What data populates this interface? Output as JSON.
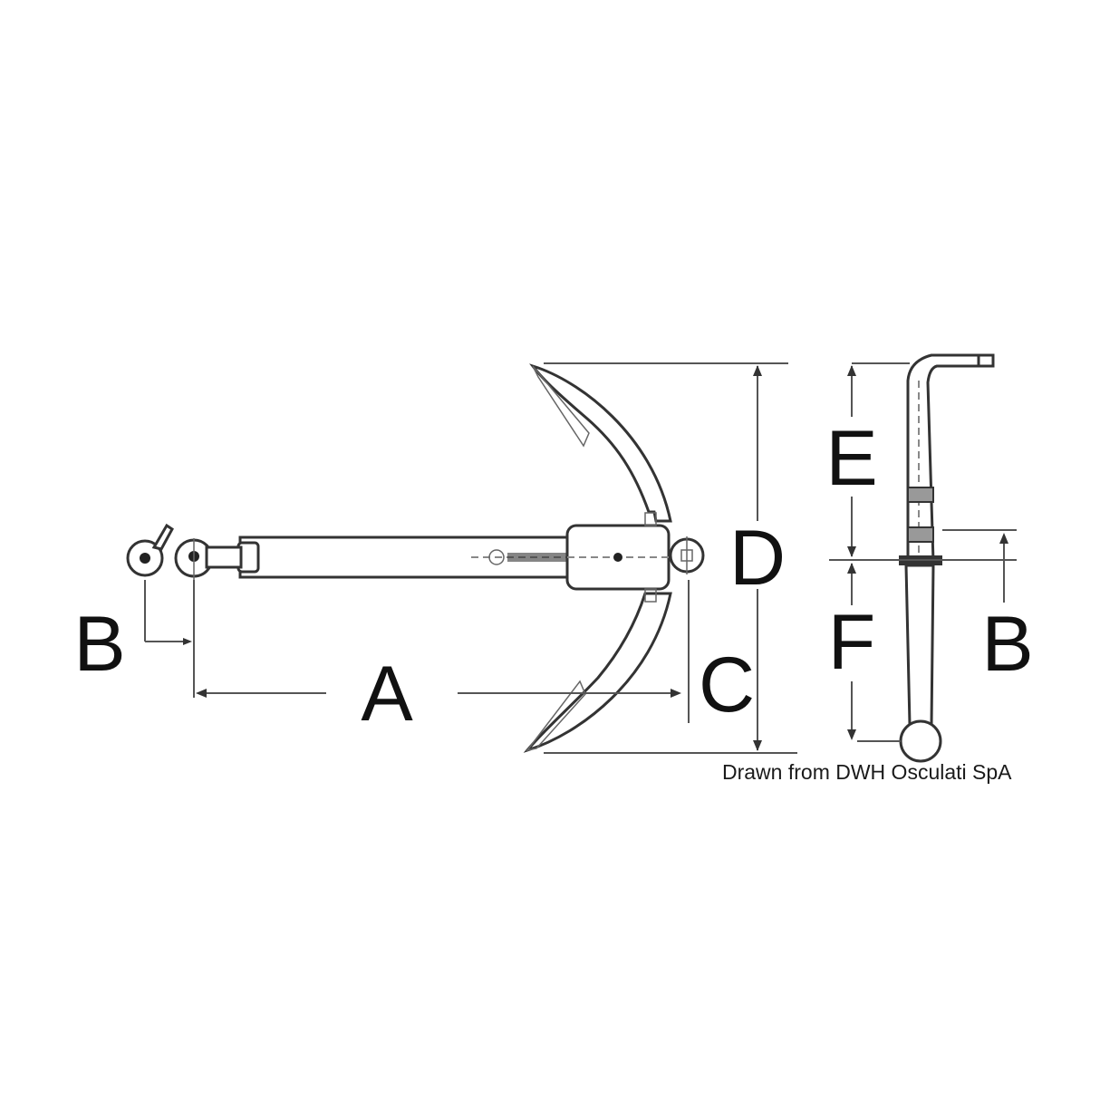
{
  "diagram": {
    "subject": "folding grapnel anchor technical drawing",
    "views": [
      "side view",
      "end view"
    ],
    "dimension_labels": {
      "A": "A",
      "B_left": "B",
      "C": "C",
      "D": "D",
      "E": "E",
      "F": "F",
      "B_right": "B"
    },
    "credit": "Drawn from DWH Osculati SpA",
    "colors": {
      "background": "#ffffff",
      "line": "#333333",
      "text": "#111111"
    }
  }
}
